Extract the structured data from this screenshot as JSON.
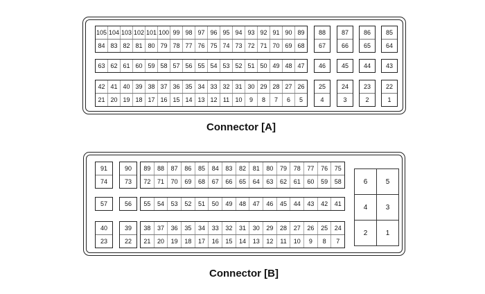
{
  "connector_a": {
    "caption": "Connector [A]",
    "groups": [
      {
        "rows": [
          [
            "105",
            "104",
            "103",
            "102",
            "101",
            "100",
            "99",
            "98",
            "97",
            "96",
            "95",
            "94",
            "93",
            "92",
            "91",
            "90",
            "89"
          ],
          [
            "84",
            "83",
            "82",
            "81",
            "80",
            "79",
            "78",
            "77",
            "76",
            "75",
            "74",
            "73",
            "72",
            "71",
            "70",
            "69",
            "68"
          ]
        ]
      },
      {
        "rows": [
          [
            "88"
          ],
          [
            "67"
          ]
        ]
      },
      {
        "rows": [
          [
            "87"
          ],
          [
            "66"
          ]
        ]
      },
      {
        "rows": [
          [
            "86"
          ],
          [
            "65"
          ]
        ]
      },
      {
        "rows": [
          [
            "85"
          ],
          [
            "64"
          ]
        ]
      },
      {
        "rows": [
          [
            "63",
            "62",
            "61",
            "60",
            "59",
            "58",
            "57",
            "56",
            "55",
            "54",
            "53",
            "52",
            "51",
            "50",
            "49",
            "48",
            "47"
          ]
        ]
      },
      {
        "rows": [
          [
            "46"
          ]
        ]
      },
      {
        "rows": [
          [
            "45"
          ]
        ]
      },
      {
        "rows": [
          [
            "44"
          ]
        ]
      },
      {
        "rows": [
          [
            "43"
          ]
        ]
      },
      {
        "rows": [
          [
            "42",
            "41",
            "40",
            "39",
            "38",
            "37",
            "36",
            "35",
            "34",
            "33",
            "32",
            "31",
            "30",
            "29",
            "28",
            "27",
            "26"
          ],
          [
            "21",
            "20",
            "19",
            "18",
            "17",
            "16",
            "15",
            "14",
            "13",
            "12",
            "11",
            "10",
            "9",
            "8",
            "7",
            "6",
            "5"
          ]
        ]
      },
      {
        "rows": [
          [
            "25"
          ],
          [
            "4"
          ]
        ]
      },
      {
        "rows": [
          [
            "24"
          ],
          [
            "3"
          ]
        ]
      },
      {
        "rows": [
          [
            "23"
          ],
          [
            "2"
          ]
        ]
      },
      {
        "rows": [
          [
            "22"
          ],
          [
            "1"
          ]
        ]
      }
    ]
  },
  "connector_b": {
    "caption": "Connector [B]",
    "groups": [
      {
        "rows": [
          [
            "91"
          ],
          [
            "74"
          ]
        ]
      },
      {
        "rows": [
          [
            "90"
          ],
          [
            "73"
          ]
        ]
      },
      {
        "rows": [
          [
            "89",
            "88",
            "87",
            "86",
            "85",
            "84",
            "83",
            "82",
            "81",
            "80",
            "79",
            "78",
            "77",
            "76",
            "75"
          ],
          [
            "72",
            "71",
            "70",
            "69",
            "68",
            "67",
            "66",
            "65",
            "64",
            "63",
            "62",
            "61",
            "60",
            "59",
            "58"
          ]
        ]
      },
      {
        "rows": [
          [
            "57"
          ]
        ]
      },
      {
        "rows": [
          [
            "56"
          ]
        ]
      },
      {
        "rows": [
          [
            "55",
            "54",
            "53",
            "52",
            "51",
            "50",
            "49",
            "48",
            "47",
            "46",
            "45",
            "44",
            "43",
            "42",
            "41"
          ]
        ]
      },
      {
        "rows": [
          [
            "40"
          ],
          [
            "23"
          ]
        ]
      },
      {
        "rows": [
          [
            "39"
          ],
          [
            "22"
          ]
        ]
      },
      {
        "rows": [
          [
            "38",
            "37",
            "36",
            "35",
            "34",
            "33",
            "32",
            "31",
            "30",
            "29",
            "28",
            "27",
            "26",
            "25",
            "24"
          ],
          [
            "21",
            "20",
            "19",
            "18",
            "17",
            "16",
            "15",
            "14",
            "13",
            "12",
            "11",
            "10",
            "9",
            "8",
            "7"
          ]
        ]
      }
    ],
    "big_pins": [
      "6",
      "5",
      "4",
      "3",
      "2",
      "1"
    ]
  }
}
